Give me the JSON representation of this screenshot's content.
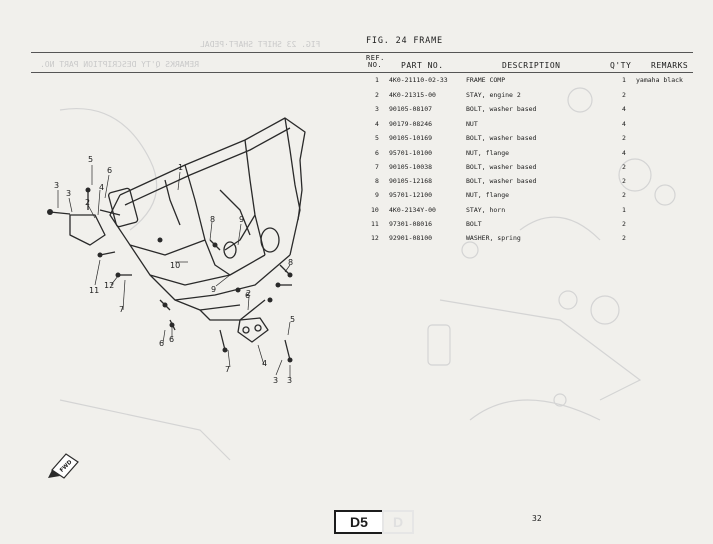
{
  "figure": {
    "title": "FIG. 24  FRAME"
  },
  "table": {
    "headers": {
      "ref_top": "REF.",
      "ref_bottom": "NO.",
      "part_no": "PART NO.",
      "description": "DESCRIPTION",
      "qty": "Q'TY",
      "remarks": "REMARKS"
    },
    "rows": [
      {
        "ref": "1",
        "part_no": "4K0-21110-02-33",
        "description": "FRAME COMP",
        "qty": "1",
        "remarks": "yamaha black"
      },
      {
        "ref": "2",
        "part_no": "4K0-21315-00",
        "description": "STAY, engine 2",
        "qty": "2"
      },
      {
        "ref": "3",
        "part_no": "90105-08107",
        "description": "BOLT, washer based",
        "qty": "4"
      },
      {
        "ref": "4",
        "part_no": "90179-08246",
        "description": "NUT",
        "qty": "4"
      },
      {
        "ref": "5",
        "part_no": "90105-10169",
        "description": "BOLT, washer based",
        "qty": "2"
      },
      {
        "ref": "6",
        "part_no": "95701-10100",
        "description": "NUT, flange",
        "qty": "4"
      },
      {
        "ref": "7",
        "part_no": "90105-10038",
        "description": "BOLT, washer based",
        "qty": "2"
      },
      {
        "ref": "8",
        "part_no": "90105-12168",
        "description": "BOLT, washer based",
        "qty": "2"
      },
      {
        "ref": "9",
        "part_no": "95701-12100",
        "description": "NUT, flange",
        "qty": "2"
      },
      {
        "ref": "10",
        "part_no": "4K0-2134Y-00",
        "description": "STAY, horn",
        "qty": "1"
      },
      {
        "ref": "11",
        "part_no": "97301-08016",
        "description": "BOLT",
        "qty": "2"
      },
      {
        "ref": "12",
        "part_no": "92901-08100",
        "description": "WASHER, spring",
        "qty": "2"
      }
    ]
  },
  "footer": {
    "section_code": "D5",
    "page_number": "32"
  }
}
